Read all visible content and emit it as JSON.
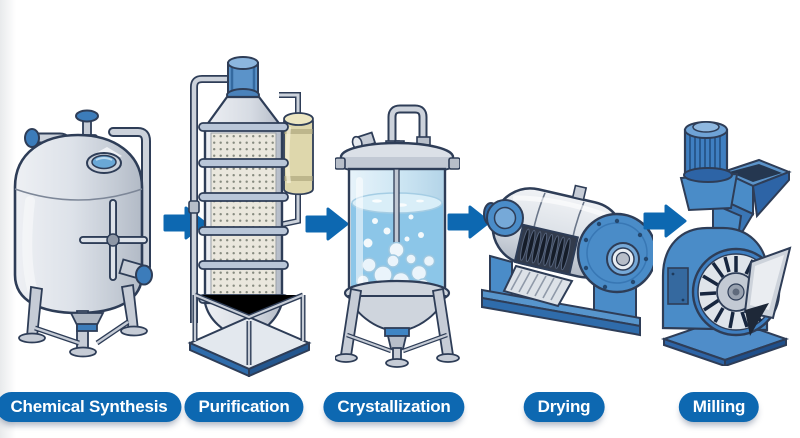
{
  "diagram": {
    "background": "#ffffff",
    "stages": [
      {
        "label": "Chemical Synthesis",
        "icon": "reactor-vessel-icon"
      },
      {
        "label": "Purification",
        "icon": "purification-column-icon"
      },
      {
        "label": "Crystallization",
        "icon": "crystallizer-tank-icon"
      },
      {
        "label": "Drying",
        "icon": "rotary-dryer-icon"
      },
      {
        "label": "Milling",
        "icon": "milling-machine-icon"
      }
    ],
    "arrows": {
      "count": 4,
      "icon": "right-arrow-icon",
      "color": "#0d68b1"
    },
    "colors": {
      "pill_blue": "#0d68b1",
      "arrow_blue": "#0d68b1",
      "label_text": "#ffffff",
      "outline_navy": "#2e3d57",
      "equipment_gray": "#dfe3e9",
      "equipment_blue": "#4a8cc8",
      "cartridge_beige": "#ded7ac",
      "liquid_blue": "#8cc6e8",
      "sight_glass_blue": "#6aa8d6"
    }
  }
}
